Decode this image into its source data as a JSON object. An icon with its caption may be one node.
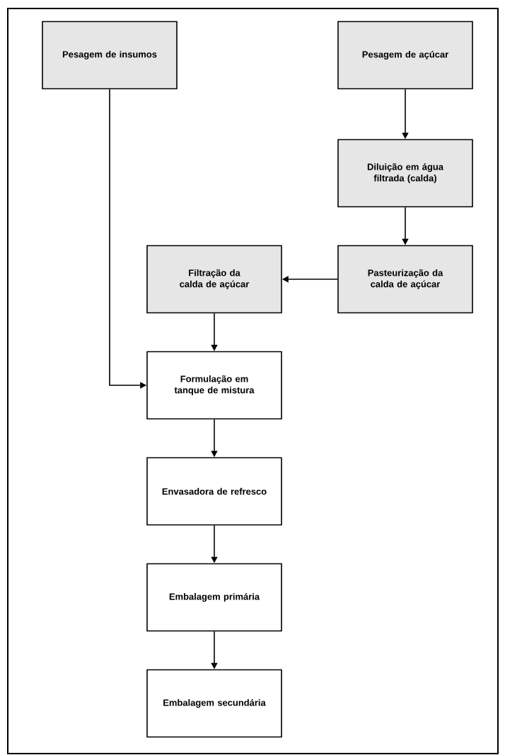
{
  "diagram": {
    "nodes": [
      {
        "text": [
          "Pesagem de insumos"
        ]
      },
      {
        "text": [
          "Pesagem de açúcar"
        ]
      },
      {
        "text": [
          "Diluição em água filtrada (calda)"
        ]
      },
      {
        "text": [
          "Pasteurização da calda de açúcar"
        ]
      },
      {
        "text": [
          "Filtração da calda de açúcar"
        ]
      },
      {
        "text": [
          "Formulação em tanque de mistura"
        ]
      },
      {
        "text": [
          "Envasadora de refresco"
        ]
      },
      {
        "text": [
          "Embalagem primária"
        ]
      },
      {
        "text": [
          "Embalagem secundária"
        ]
      }
    ],
    "edges": [
      {
        "from": 1,
        "to": 2,
        "arrow": "to"
      },
      {
        "from": 2,
        "to": 3,
        "arrow": "to"
      },
      {
        "from": 3,
        "to": 4,
        "arrow": "to"
      },
      {
        "from": 4,
        "to": 5,
        "arrow": "to"
      },
      {
        "from": 0,
        "to": 5,
        "arrow": "to"
      },
      {
        "from": 5,
        "to": 6,
        "arrow": "to"
      },
      {
        "from": 6,
        "to": 7,
        "arrow": "to"
      },
      {
        "from": 7,
        "to": 8,
        "arrow": "to"
      }
    ]
  }
}
